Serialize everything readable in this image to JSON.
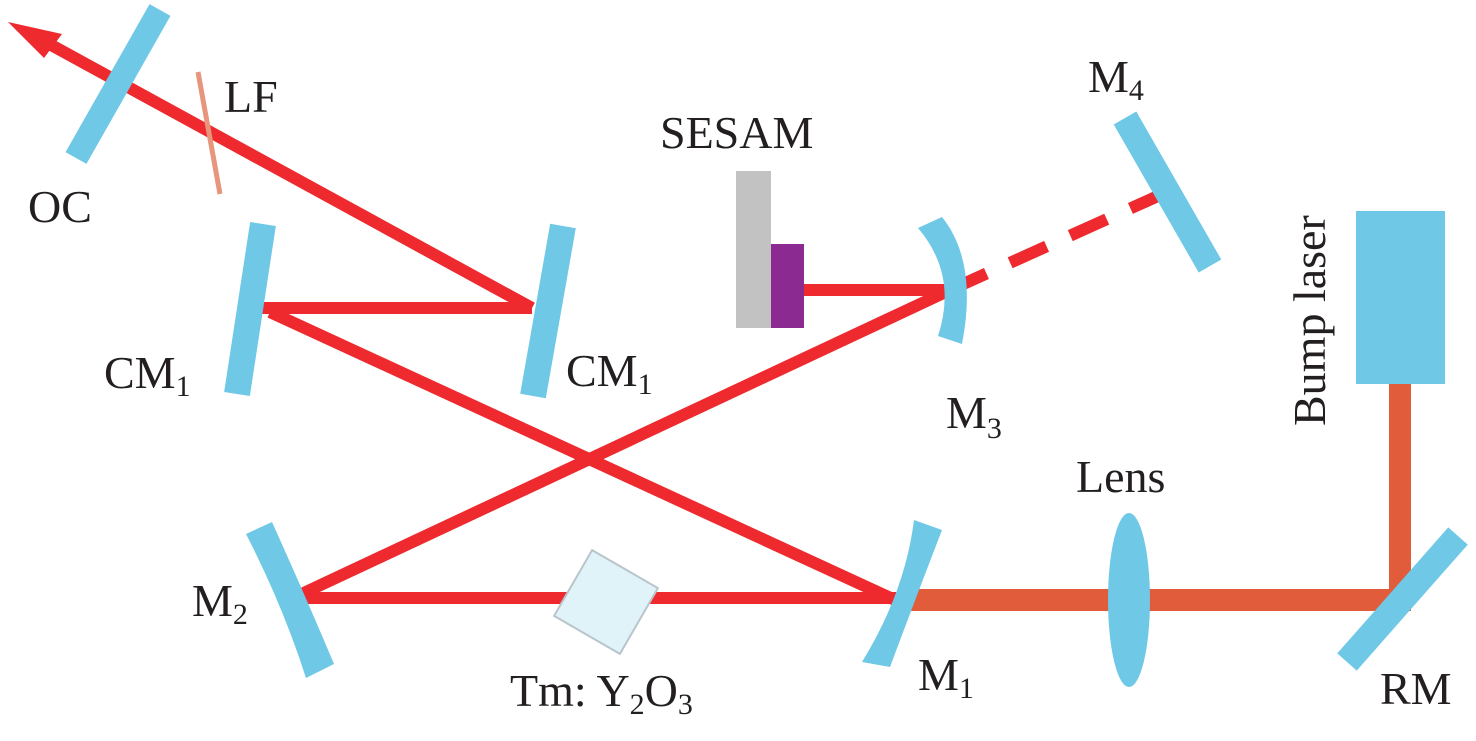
{
  "colors": {
    "beam": "#ee2a2e",
    "pump_beam": "#e05c3a",
    "optic": "#6ec8e6",
    "crystal_fill": "#e0f3f8",
    "crystal_stroke": "#b9c5cb",
    "sesam_mount": "#c2c2c2",
    "sesam_chip": "#8b2a90",
    "filter": "#e8957e",
    "text": "#231f20"
  },
  "labels": {
    "oc": "OC",
    "lf": "LF",
    "sesam": "SESAM",
    "m4": {
      "base": "M",
      "sub": "4"
    },
    "cm1_left": {
      "base": "CM",
      "sub": "1"
    },
    "cm1_right": {
      "base": "CM",
      "sub": "1"
    },
    "m3": {
      "base": "M",
      "sub": "3"
    },
    "m2": {
      "base": "M",
      "sub": "2"
    },
    "m1": {
      "base": "M",
      "sub": "1"
    },
    "crystal": {
      "prefix": "Tm: Y",
      "sub1": "2",
      "mid": "O",
      "sub2": "3"
    },
    "lens": "Lens",
    "rm": "RM",
    "pump": "Bump laser"
  }
}
